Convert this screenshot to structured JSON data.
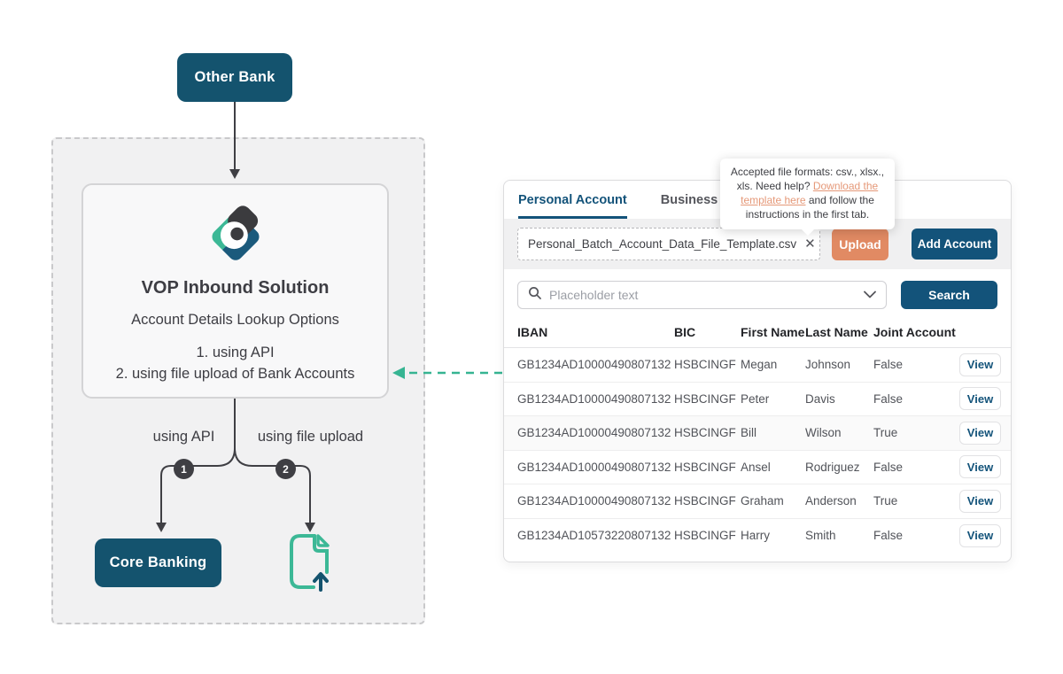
{
  "colors": {
    "navy_node": "#14536e",
    "navy_ui": "#13537a",
    "salmon": "#e18a63",
    "teal": "#36b492",
    "link_salmon": "#e59878",
    "dark_text": "#3d3d43"
  },
  "diagram": {
    "other_bank_label": "Other Bank",
    "solution": {
      "title": "VOP Inbound Solution",
      "subtitle": "Account Details Lookup Options",
      "option1": "1. using API",
      "option2": "2. using file upload of Bank Accounts"
    },
    "branch1": {
      "number": "1",
      "label": "using API"
    },
    "branch2": {
      "number": "2",
      "label": "using file upload"
    },
    "core_banking_label": "Core Banking",
    "icons": {
      "logo": "vop-logo",
      "file_upload": "file-upload-icon"
    }
  },
  "panel": {
    "tabs": [
      {
        "label": "Personal Account"
      },
      {
        "label": "Business Account"
      }
    ],
    "tooltip": {
      "line1": "Accepted file formats: csv., xlsx., xls.",
      "help_prefix": "Need help? ",
      "link_text": "Download the template here",
      "help_suffix": " and follow the instructions in the first tab."
    },
    "upload_bar": {
      "filename": "Personal_Batch_Account_Data_File_Template.csv",
      "clear_glyph": "✕",
      "help_glyph": "?",
      "upload_label": "Upload",
      "add_account_label": "Add Account"
    },
    "search": {
      "placeholder": "Placeholder text",
      "button_label": "Search"
    },
    "table": {
      "headers": [
        "IBAN",
        "BIC",
        "First Name",
        "Last Name",
        "Joint Account"
      ],
      "view_label": "View",
      "rows": [
        {
          "iban": "GB1234AD10000490807132",
          "bic": "HSBCINGF",
          "first_name": "Megan",
          "last_name": "Johnson",
          "joint": "False"
        },
        {
          "iban": "GB1234AD10000490807132",
          "bic": "HSBCINGF",
          "first_name": "Peter",
          "last_name": "Davis",
          "joint": "False"
        },
        {
          "iban": "GB1234AD10000490807132",
          "bic": "HSBCINGF",
          "first_name": "Bill",
          "last_name": "Wilson",
          "joint": "True"
        },
        {
          "iban": "GB1234AD10000490807132",
          "bic": "HSBCINGF",
          "first_name": "Ansel",
          "last_name": "Rodriguez",
          "joint": "False"
        },
        {
          "iban": "GB1234AD10000490807132",
          "bic": "HSBCINGF",
          "first_name": "Graham",
          "last_name": "Anderson",
          "joint": "True"
        },
        {
          "iban": "GB1234AD10573220807132",
          "bic": "HSBCINGF",
          "first_name": "Harry",
          "last_name": "Smith",
          "joint": "False"
        }
      ]
    }
  }
}
